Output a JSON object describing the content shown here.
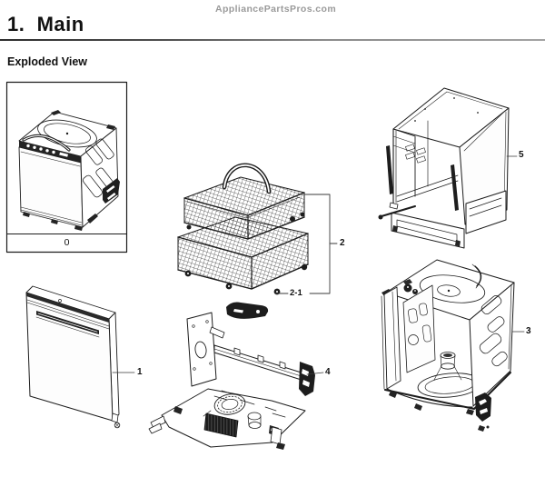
{
  "header": {
    "watermark": "AppliancePartsPros.com",
    "title": "1.  Main",
    "subtitle": "Exploded View"
  },
  "diagram": {
    "callouts": {
      "part0": "0",
      "part1": "1",
      "part2": "2",
      "part2_1": "2-1",
      "part3": "3",
      "part4": "4",
      "part5": "5"
    },
    "ink_color": "#1c1c1c",
    "watermark_color": "#9a9a9a"
  }
}
